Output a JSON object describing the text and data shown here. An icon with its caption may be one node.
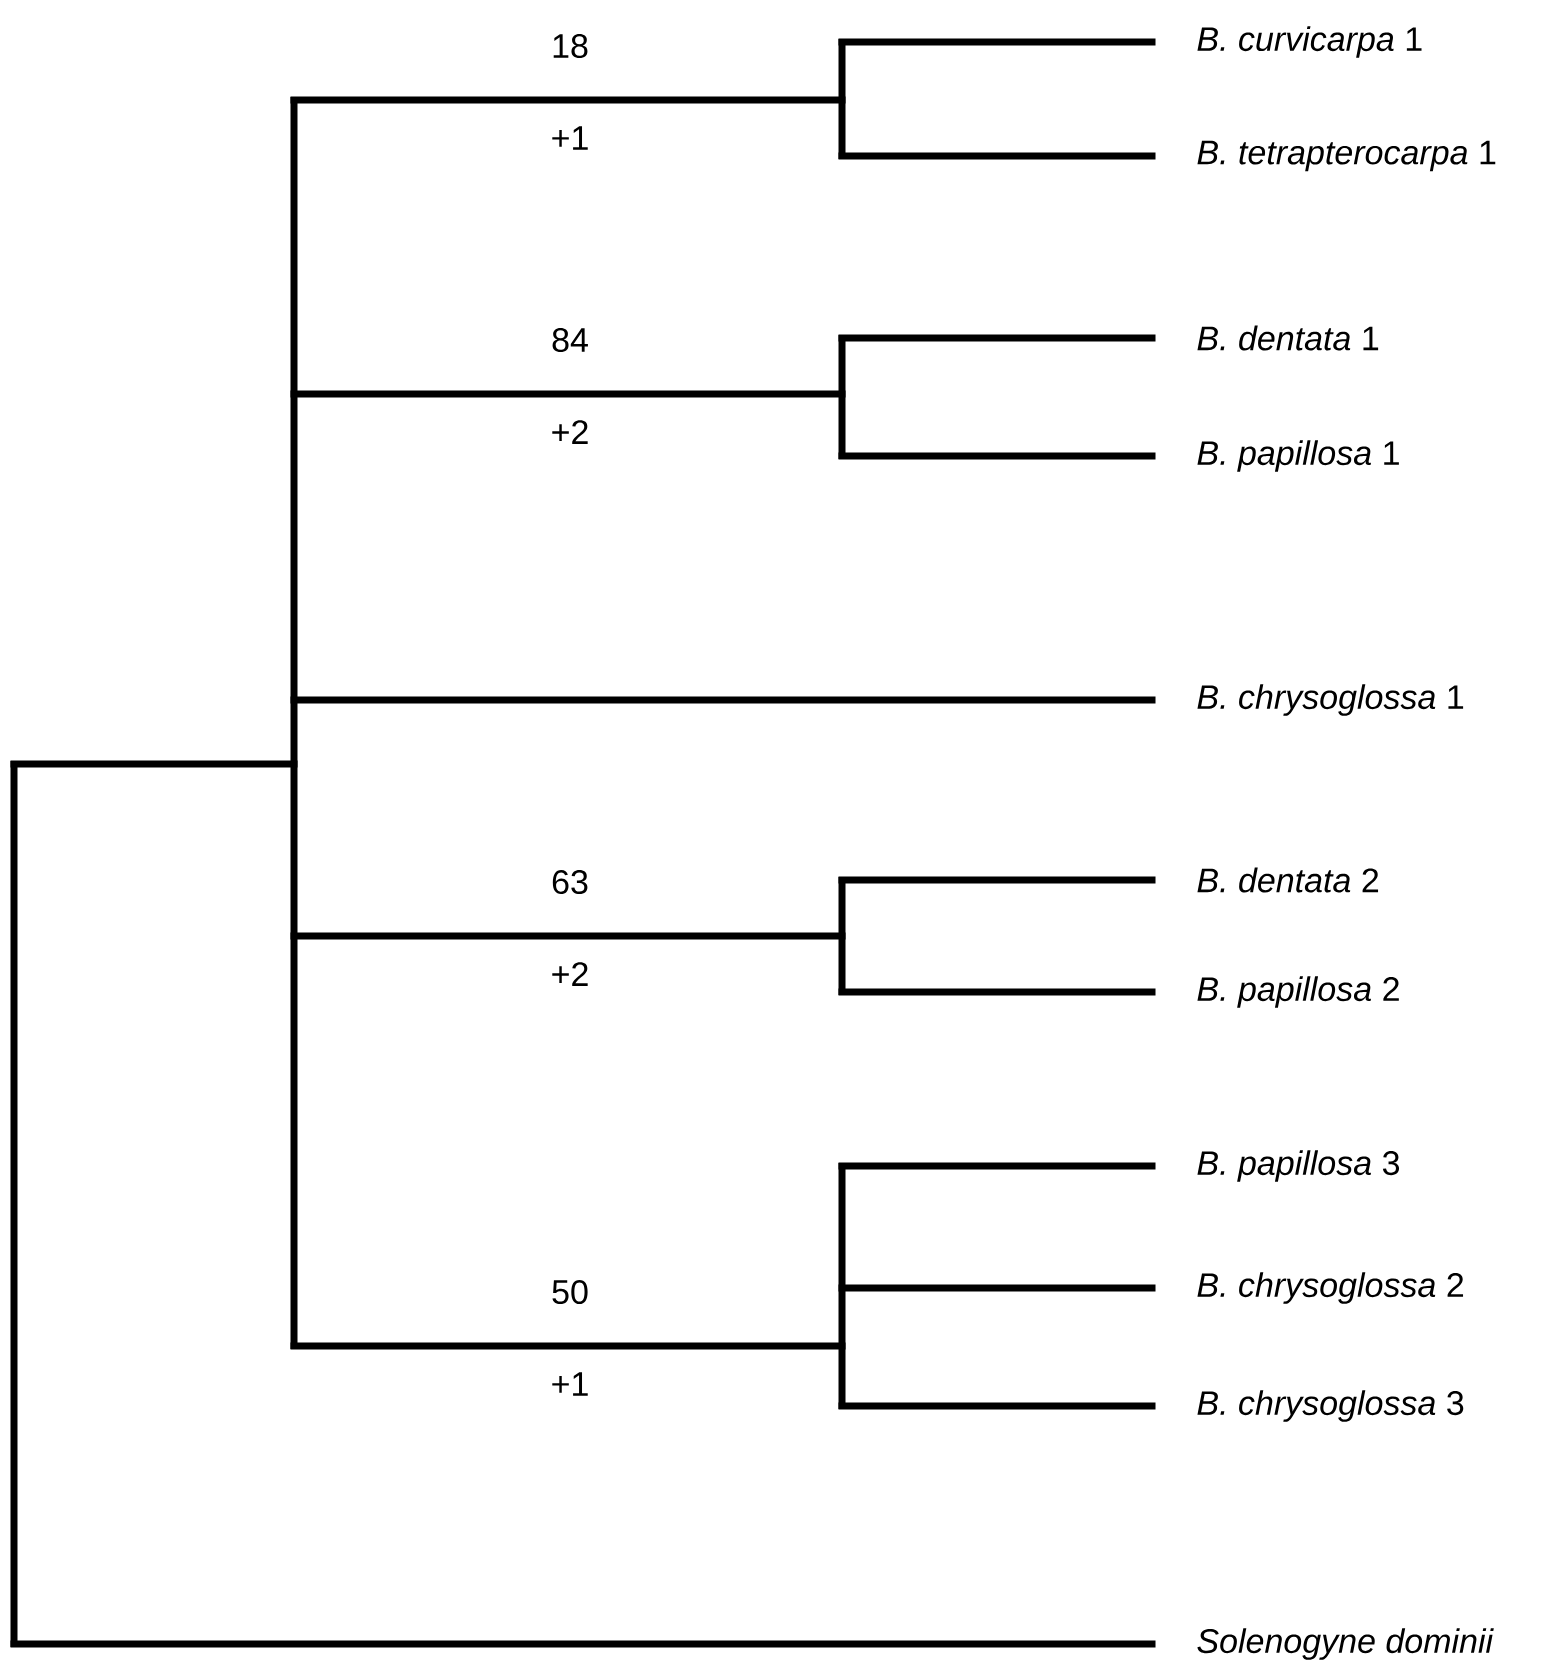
{
  "diagram": {
    "nodes": [
      {
        "text": [],
        "shape": "bar"
      },
      {
        "text": [],
        "shape": "bar"
      },
      {
        "text": [],
        "shape": "bar",
        "beside": [
          "18",
          "+1"
        ]
      },
      {
        "text": [
          "*B. curvicarpa* 1"
        ]
      },
      {
        "text": [
          "*B. tetrapterocarpa* 1"
        ]
      },
      {
        "text": [],
        "shape": "bar",
        "beside": [
          "84",
          "+2"
        ]
      },
      {
        "text": [
          "*B. dentata* 1"
        ]
      },
      {
        "text": [
          "*B. papillosa* 1"
        ]
      },
      {
        "text": [
          "*B. chrysoglossa* 1"
        ]
      },
      {
        "text": [],
        "shape": "bar",
        "beside": [
          "63",
          "+2"
        ]
      },
      {
        "text": [
          "*B. dentata* 2"
        ]
      },
      {
        "text": [
          "*B. papillosa* 2"
        ]
      },
      {
        "text": [],
        "shape": "bar",
        "beside": [
          "50",
          "+1"
        ]
      },
      {
        "text": [
          "*B. papillosa* 3"
        ]
      },
      {
        "text": [
          "*B. chrysoglossa* 2"
        ]
      },
      {
        "text": [
          "*B. chrysoglossa* 3"
        ]
      },
      {
        "text": [
          "*Solenogyne dominii*"
        ]
      }
    ],
    "edges": [
      {
        "from": 0,
        "to": 1,
        "arrow": "none"
      },
      {
        "from": 0,
        "to": 16,
        "arrow": "none"
      },
      {
        "from": 1,
        "to": 2,
        "arrow": "none"
      },
      {
        "from": 1,
        "to": 5,
        "arrow": "none"
      },
      {
        "from": 1,
        "to": 8,
        "arrow": "none"
      },
      {
        "from": 1,
        "to": 9,
        "arrow": "none"
      },
      {
        "from": 1,
        "to": 12,
        "arrow": "none"
      },
      {
        "from": 2,
        "to": 3,
        "arrow": "none"
      },
      {
        "from": 2,
        "to": 4,
        "arrow": "none"
      },
      {
        "from": 5,
        "to": 6,
        "arrow": "none"
      },
      {
        "from": 5,
        "to": 7,
        "arrow": "none"
      },
      {
        "from": 9,
        "to": 10,
        "arrow": "none"
      },
      {
        "from": 9,
        "to": 11,
        "arrow": "none"
      },
      {
        "from": 12,
        "to": 13,
        "arrow": "none"
      },
      {
        "from": 12,
        "to": 14,
        "arrow": "none"
      },
      {
        "from": 12,
        "to": 15,
        "arrow": "none"
      }
    ]
  }
}
